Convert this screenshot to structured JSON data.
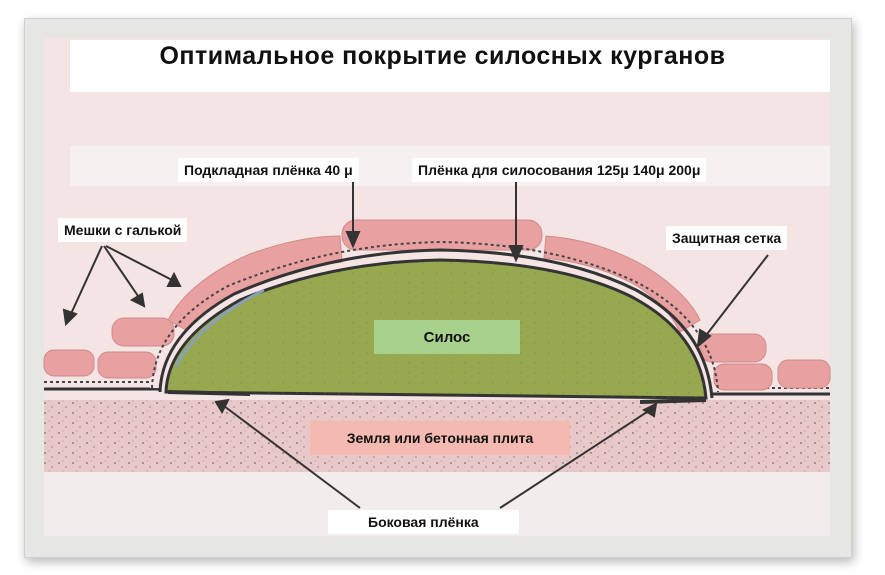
{
  "title": "Оптимальное покрытие силосных курганов",
  "labels": {
    "underlay_film": "Подкладная плёнка 40 μ",
    "silage_film": "Плёнка для силосования 125μ 140μ 200μ",
    "gravel_bags": "Мешки с галькой",
    "protective_net": "Защитная сетка",
    "silage": "Силос",
    "ground": "Земля или бетонная плита",
    "side_film": "Боковая плёнка"
  },
  "colors": {
    "silage": "#97a84e",
    "silage_label_bg": "#a9d18e",
    "bags": "#e9a0a0",
    "ground": "#e8c8c8",
    "film": "#333333"
  }
}
